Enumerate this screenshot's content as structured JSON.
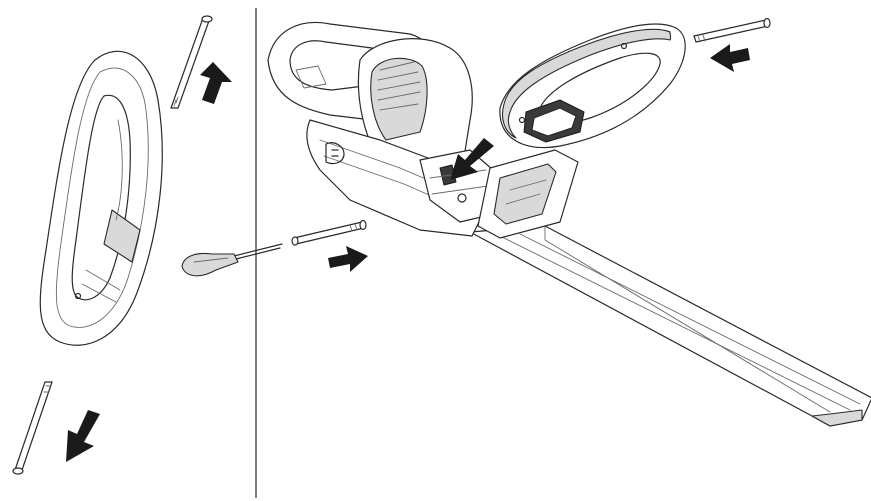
{
  "figure": {
    "kind": "assembly-instruction-diagram",
    "colors": {
      "line": "#2a2a2a",
      "arrow": "#1a1a1a",
      "background": "#ffffff"
    },
    "arrows": [
      {
        "name": "arrow-up",
        "direction": "up"
      },
      {
        "name": "arrow-down-left",
        "direction": "down-left"
      },
      {
        "name": "arrow-right",
        "direction": "right"
      },
      {
        "name": "arrow-left",
        "direction": "left"
      },
      {
        "name": "arrow-insert",
        "direction": "down-left"
      }
    ],
    "parts": [
      "front-handle",
      "long-screw",
      "screwdriver",
      "hedge-trimmer-body",
      "blade"
    ]
  }
}
